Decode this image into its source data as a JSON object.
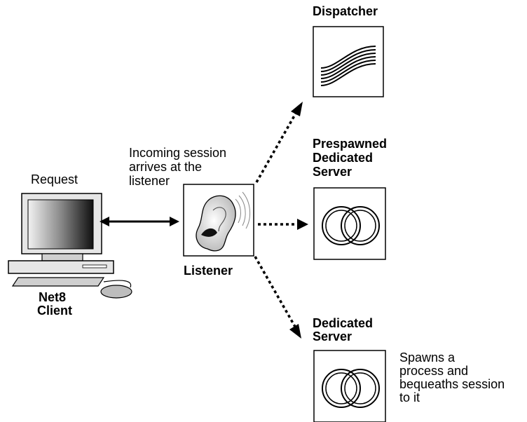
{
  "client": {
    "request_label": "Request",
    "name_line1": "Net8",
    "name_line2": "Client"
  },
  "incoming_note": {
    "line1": "Incoming session",
    "line2": "arrives at the",
    "line3": "listener"
  },
  "listener": {
    "label": "Listener",
    "icon": "ear-icon"
  },
  "dispatcher": {
    "label": "Dispatcher",
    "icon": "wave-lines-icon"
  },
  "prespawned": {
    "line1": "Prespawned",
    "line2": "Dedicated",
    "line3": "Server",
    "icon": "interlocking-rings-icon"
  },
  "dedicated": {
    "line1": "Dedicated",
    "line2": "Server",
    "icon": "interlocking-rings-icon"
  },
  "spawn_note": {
    "line1": "Spawns a",
    "line2": "process and",
    "line3": "bequeaths session",
    "line4": "to it"
  }
}
